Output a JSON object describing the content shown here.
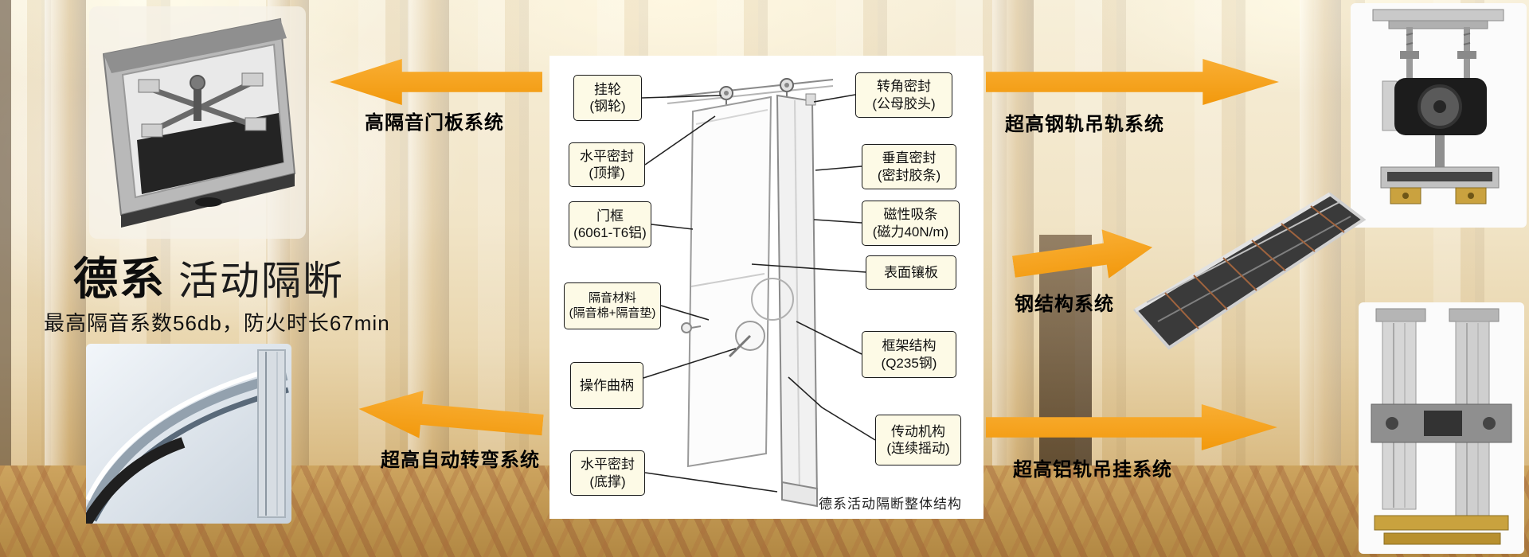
{
  "brand": {
    "title_bold": "德系",
    "title_light": "活动隔断",
    "subtitle": "最高隔音系数56db，防火时长67min"
  },
  "systems": {
    "left_top": "高隔音门板系统",
    "left_bottom": "超高自动转弯系统",
    "right_top": "超高钢轨吊轨系统",
    "right_middle": "钢结构系统",
    "right_bottom": "超高铝轨吊挂系统"
  },
  "diagram": {
    "caption": "德系活动隔断整体结构",
    "labels_left": [
      {
        "name": "挂轮",
        "detail": "(钢轮)"
      },
      {
        "name": "水平密封",
        "detail": "(顶撑)"
      },
      {
        "name": "门框",
        "detail": "(6061-T6铝)"
      },
      {
        "name": "隔音材料",
        "detail": "(隔音棉+隔音垫)"
      },
      {
        "name": "操作曲柄",
        "detail": ""
      },
      {
        "name": "水平密封",
        "detail": "(底撑)"
      }
    ],
    "labels_right": [
      {
        "name": "转角密封",
        "detail": "(公母胶头)"
      },
      {
        "name": "垂直密封",
        "detail": "(密封胶条)"
      },
      {
        "name": "磁性吸条",
        "detail": "(磁力40N/m)"
      },
      {
        "name": "表面镶板",
        "detail": ""
      },
      {
        "name": "框架结构",
        "detail": "(Q235钢)"
      },
      {
        "name": "传动机构",
        "detail": "(连续摇动)"
      }
    ]
  },
  "colors": {
    "arrow_orange": "#F6A21E",
    "callout_bg": "#FDFAE6"
  }
}
